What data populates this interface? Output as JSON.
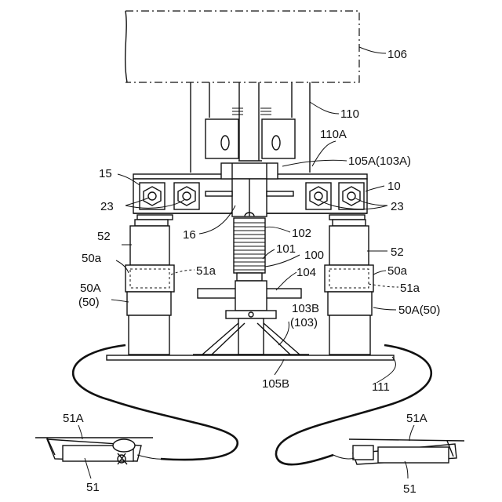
{
  "labels": {
    "l106": "106",
    "l110": "110",
    "l110A": "110A",
    "l105A": "105A(103A)",
    "l15": "15",
    "l10": "10",
    "l23L": "23",
    "l23R": "23",
    "l16": "16",
    "l102": "102",
    "l101": "101",
    "l100": "100",
    "l52L": "52",
    "l52R": "52",
    "l50aL": "50a",
    "l50aR": "50a",
    "l51aL": "51a",
    "l51aR": "51a",
    "l104": "104",
    "l50AL1": "50A",
    "l50AL2": "(50)",
    "l50AR": "50A(50)",
    "l103B1": "103B",
    "l103B2": "(103)",
    "l105B": "105B",
    "l111": "111",
    "l51AL": "51A",
    "l51AR": "51A",
    "l51L": "51",
    "l51R": "51"
  }
}
